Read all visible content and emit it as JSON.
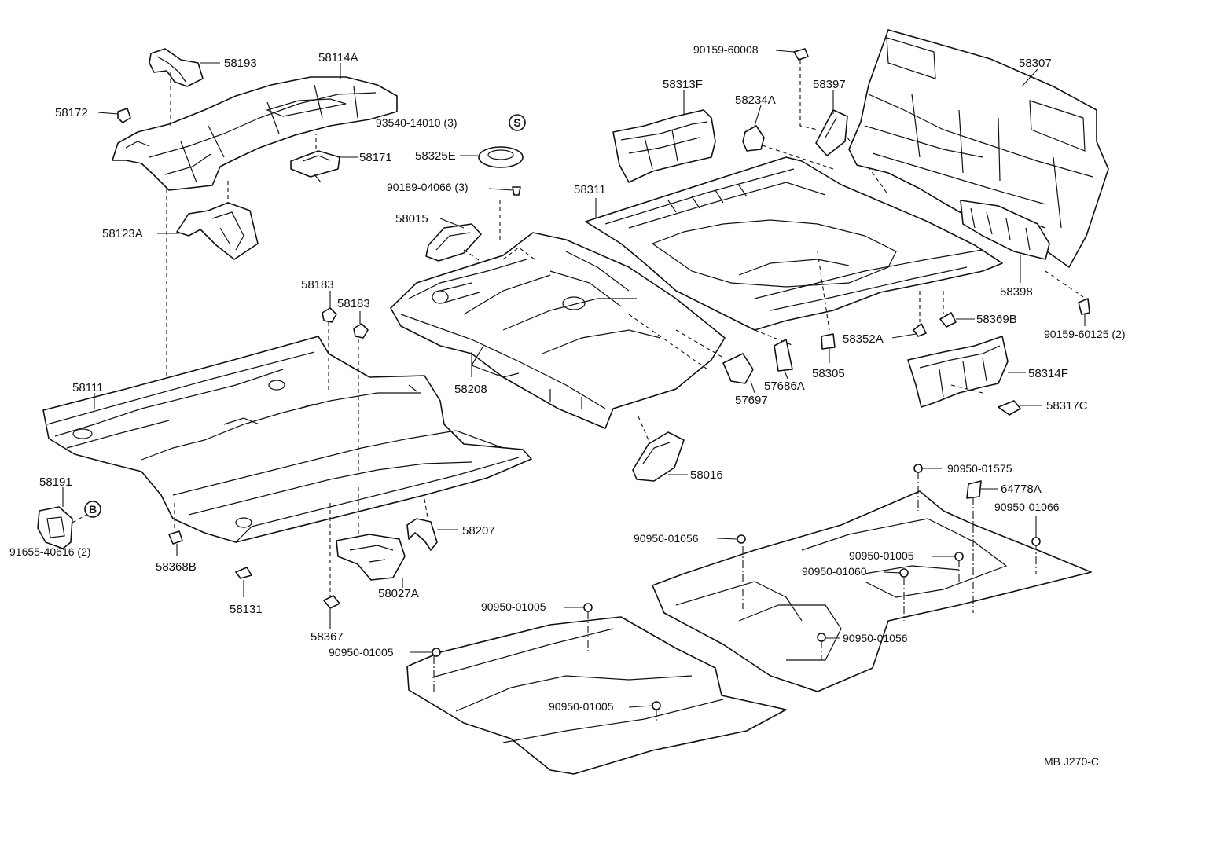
{
  "diagram_id": "MB J270-C",
  "symbols": {
    "s": "S",
    "b": "B"
  },
  "labels": {
    "p58193": "58193",
    "p58114A": "58114A",
    "p58172": "58172",
    "p58171": "58171",
    "p58123A": "58123A",
    "p93540": "93540-14010 (3)",
    "p58325E": "58325E",
    "p90189": "90189-04066 (3)",
    "p58015": "58015",
    "p58183a": "58183",
    "p58183b": "58183",
    "p58111": "58111",
    "p58208": "58208",
    "p58191": "58191",
    "p91655": "91655-40616 (2)",
    "p58368B": "58368B",
    "p58131": "58131",
    "p58207": "58207",
    "p58027A": "58027A",
    "p58367": "58367",
    "p58016": "58016",
    "p90159_60008": "90159-60008",
    "p58313F": "58313F",
    "p58234A": "58234A",
    "p58397": "58397",
    "p58307": "58307",
    "p58311": "58311",
    "p58398": "58398",
    "p90159_60125": "90159-60125 (2)",
    "p58369B": "58369B",
    "p58352A": "58352A",
    "p58305": "58305",
    "p57686A": "57686A",
    "p57697": "57697",
    "p58314F": "58314F",
    "p58317C": "58317C",
    "p90950_01575": "90950-01575",
    "p64778A": "64778A",
    "p90950_01066": "90950-01066",
    "p90950_01056a": "90950-01056",
    "p90950_01005a": "90950-01005",
    "p90950_01060": "90950-01060",
    "p90950_01005b": "90950-01005",
    "p90950_01056b": "90950-01056",
    "p90950_01005c": "90950-01005",
    "p90950_01005d": "90950-01005"
  }
}
